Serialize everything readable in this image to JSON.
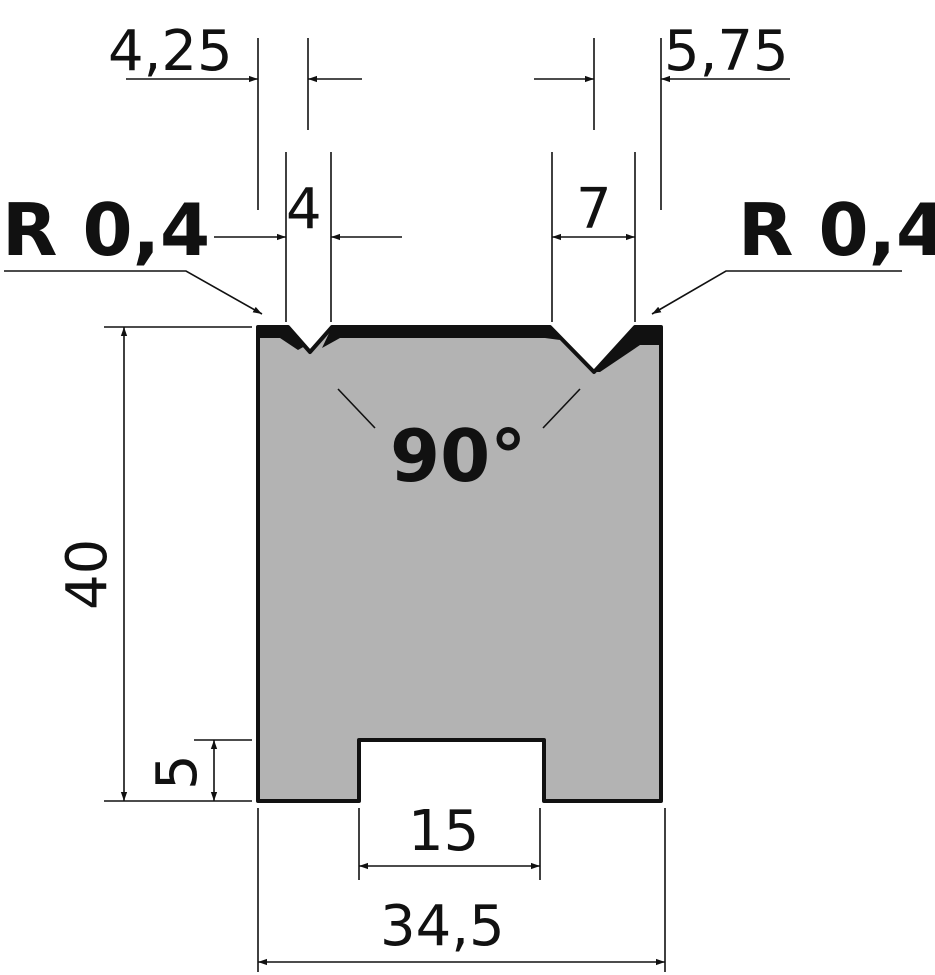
{
  "diagram": {
    "profile_color": "#b3b3b3",
    "outline_color": "#111111",
    "labels": {
      "top_left_offset": "4,25",
      "top_right_offset": "5,75",
      "left_v_width": "4",
      "right_v_width": "7",
      "left_radius": "R 0,4",
      "right_radius": "R 0,4",
      "angle": "90°",
      "height": "40",
      "slot_height": "5",
      "slot_width": "15",
      "total_width": "34,5"
    }
  }
}
